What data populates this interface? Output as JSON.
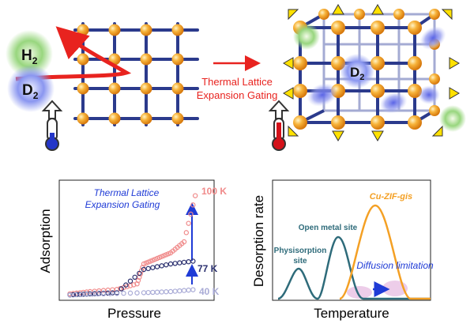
{
  "molecules": {
    "h2_base": "H",
    "h2_sub": "2",
    "d2_base": "D",
    "d2_sub": "2"
  },
  "arrow_label": {
    "line1": "Thermal Lattice",
    "line2": "Expansion Gating",
    "color": "#e8231f"
  },
  "adsorption_plot": {
    "ylabel": "Adsorption",
    "xlabel": "Pressure",
    "annotation_line1": "Thermal Lattice",
    "annotation_line2": "Expansion Gating",
    "temps": [
      {
        "label": "100 K",
        "color": "#f08a8a"
      },
      {
        "label": "77 K",
        "color": "#2a2f6e"
      },
      {
        "label": "40 K",
        "color": "#a9abd6"
      }
    ]
  },
  "desorption_plot": {
    "ylabel": "Desorption rate",
    "xlabel": "Temperature",
    "labels": {
      "cuzif": "Cu-ZIF-gis",
      "open_metal": "Open metal site",
      "physisorption_line1": "Physisorption",
      "physisorption_line2": "site",
      "diffusion": "Diffusion limitation"
    },
    "colors": {
      "teal": "#2e6b7a",
      "orange": "#f4a024",
      "pink": "#e6b8e0",
      "blue_text": "#1f3bd6"
    }
  },
  "chart_data": [
    {
      "type": "scatter",
      "title": "",
      "xlabel": "Pressure",
      "ylabel": "Adsorption",
      "series": [
        {
          "name": "100 K",
          "x": [
            0.05,
            0.2,
            0.4,
            0.55,
            0.6,
            0.7,
            0.8,
            0.9,
            1.0
          ],
          "y": [
            0.03,
            0.05,
            0.07,
            0.12,
            0.3,
            0.35,
            0.4,
            0.5,
            1.0
          ]
        },
        {
          "name": "77 K",
          "x": [
            0.05,
            0.2,
            0.4,
            0.6,
            0.8,
            1.0
          ],
          "y": [
            0.02,
            0.03,
            0.04,
            0.25,
            0.3,
            0.33
          ]
        },
        {
          "name": "40 K",
          "x": [
            0.05,
            0.3,
            0.6,
            0.8,
            1.0
          ],
          "y": [
            0.02,
            0.03,
            0.04,
            0.05,
            0.07
          ]
        }
      ]
    }
  ]
}
